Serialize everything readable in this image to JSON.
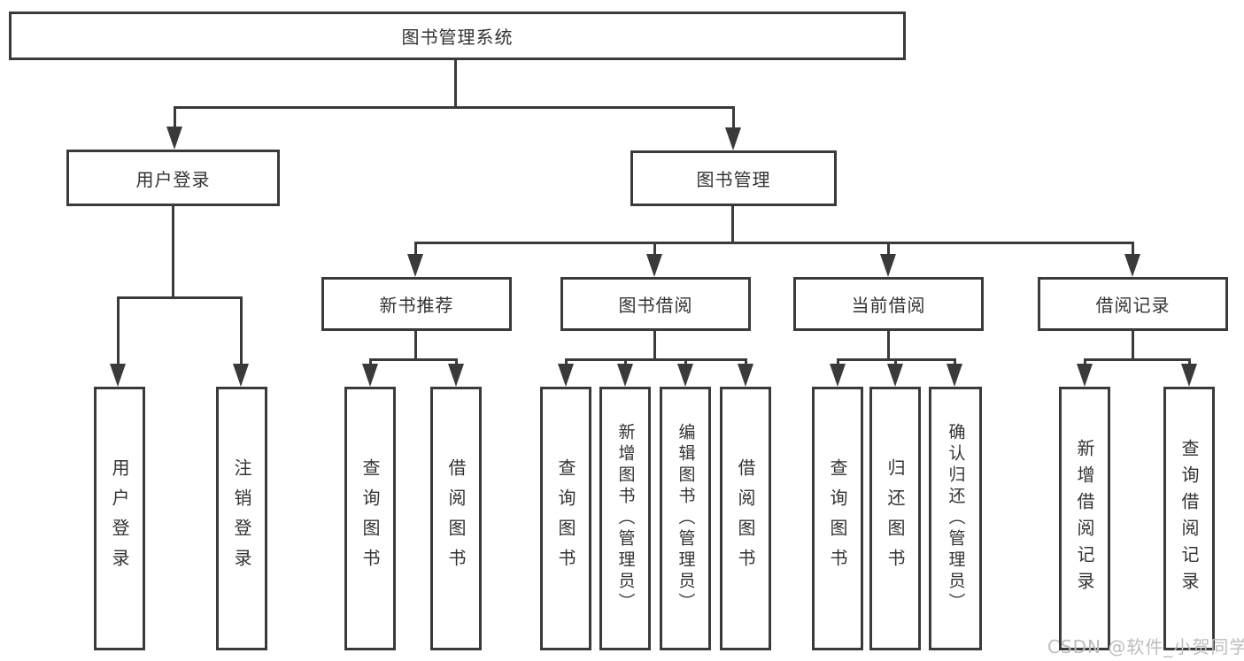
{
  "colors": {
    "line": "#3a3a3a",
    "text": "#333333",
    "background": "#ffffff",
    "watermark": "#bdbdbd"
  },
  "watermark": {
    "text": "CSDN @软件_小贺同学"
  },
  "tree": {
    "root": {
      "label": "图书管理系统"
    },
    "branches": [
      {
        "label": "用户登录",
        "children": [
          {
            "label": "用户登录"
          },
          {
            "label": "注销登录"
          }
        ]
      },
      {
        "label": "图书管理",
        "children": [
          {
            "label": "新书推荐",
            "children": [
              {
                "label": "查询图书"
              },
              {
                "label": "借阅图书"
              }
            ]
          },
          {
            "label": "图书借阅",
            "children": [
              {
                "label": "查询图书"
              },
              {
                "label": "新增图书（管理员）"
              },
              {
                "label": "编辑图书（管理员）"
              },
              {
                "label": "借阅图书"
              }
            ]
          },
          {
            "label": "当前借阅",
            "children": [
              {
                "label": "查询图书"
              },
              {
                "label": "归还图书"
              },
              {
                "label": "确认归还（管理员）"
              }
            ]
          },
          {
            "label": "借阅记录",
            "children": [
              {
                "label": "新增借阅记录"
              },
              {
                "label": "查询借阅记录"
              }
            ]
          }
        ]
      }
    ]
  }
}
